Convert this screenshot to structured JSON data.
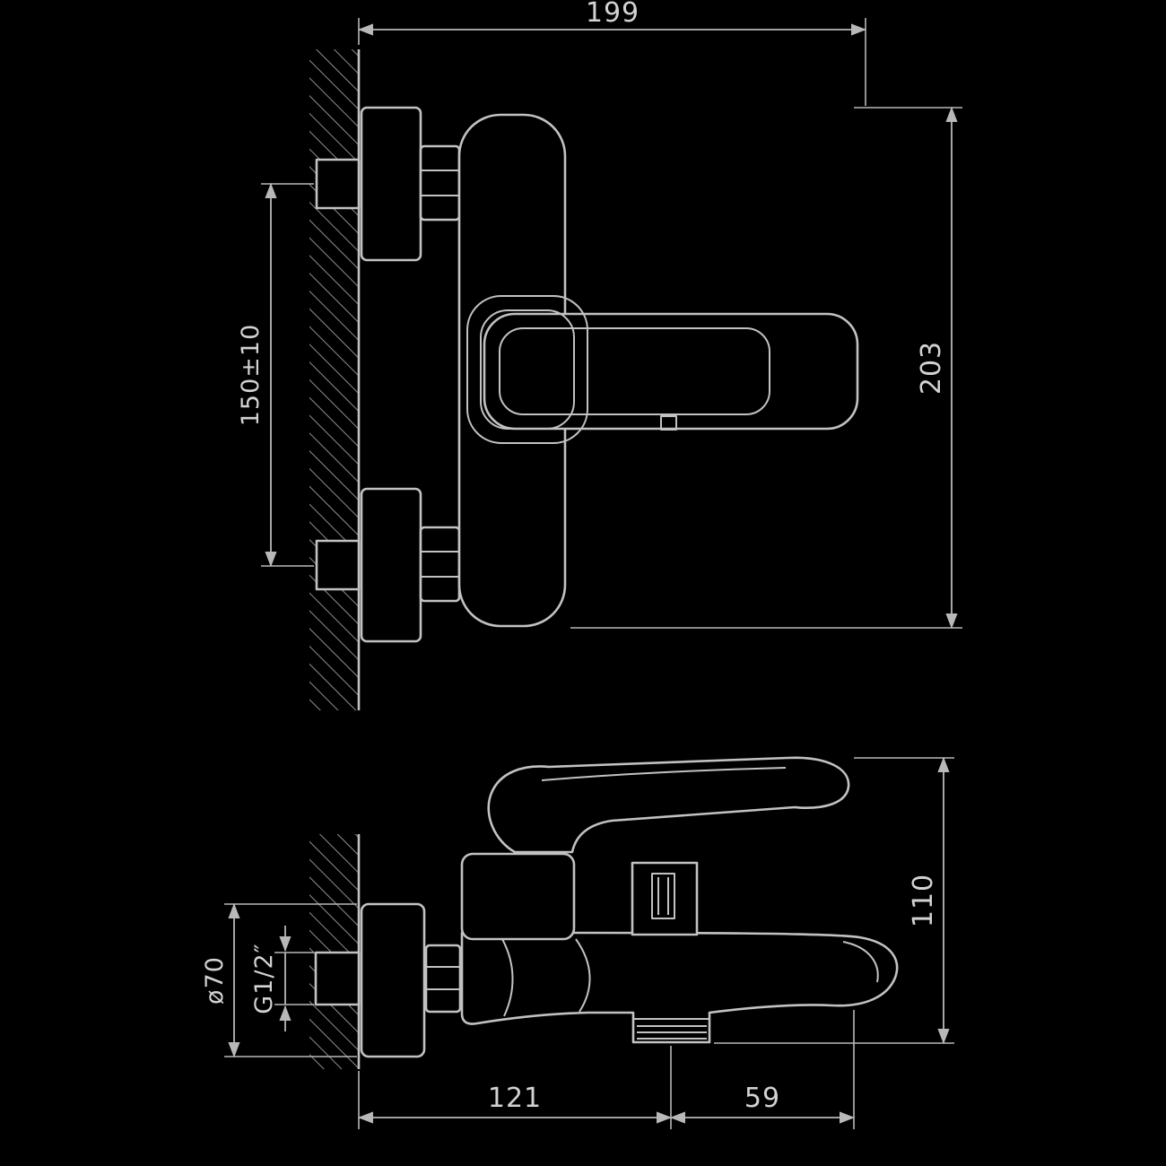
{
  "colors": {
    "background": "#000000",
    "line": "#c2c2c2",
    "dimension_line": "#b8b8b8",
    "text": "#d2d2d2"
  },
  "front_view": {
    "width_label": "199",
    "height_label": "203",
    "mount_spacing_label": "150±10"
  },
  "side_view": {
    "height_label": "110",
    "wall_to_outlet_label": "121",
    "outlet_to_tip_label": "59",
    "escutcheon_label": "ø70",
    "thread_label": "G1/2″"
  }
}
